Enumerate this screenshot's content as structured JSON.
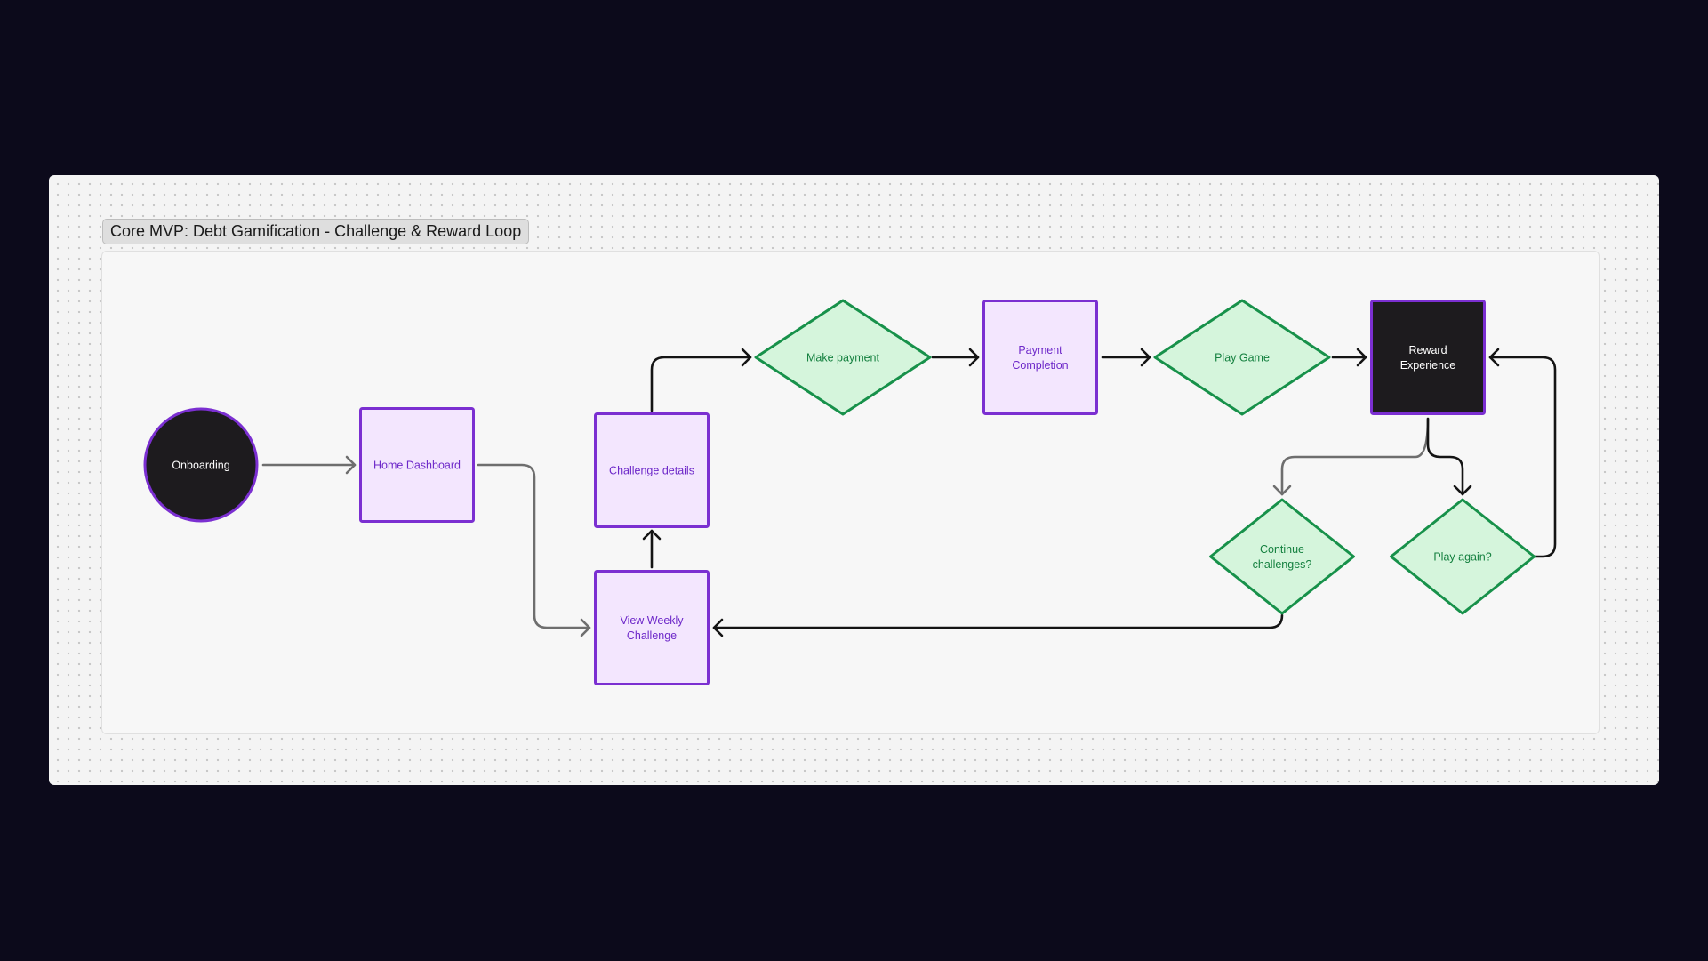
{
  "section": {
    "title": "Core MVP: Debt Gamification - Challenge & Reward Loop"
  },
  "colors": {
    "page_bg": "#0c0a1b",
    "board_bg": "#f4f4f4",
    "process_fill": "#f3e6fe",
    "process_stroke": "#7b2fd1",
    "process_text": "#6d28c9",
    "decision_fill": "#d5f5dc",
    "decision_stroke": "#17914a",
    "decision_text": "#14803f",
    "terminal_fill": "#1d1b1e",
    "terminal_text": "#ffffff",
    "connector_dark": "#141414",
    "connector_gray": "#6e6e6e"
  },
  "nodes": {
    "onboarding": {
      "label": [
        "Onboarding"
      ],
      "shape": "circle"
    },
    "home_dashboard": {
      "label": [
        "Home Dashboard"
      ],
      "shape": "process"
    },
    "challenge_details": {
      "label": [
        "Challenge details"
      ],
      "shape": "process"
    },
    "view_weekly_challenge": {
      "label": [
        "View Weekly",
        "Challenge"
      ],
      "shape": "process"
    },
    "make_payment": {
      "label": [
        "Make payment"
      ],
      "shape": "decision"
    },
    "payment_completion": {
      "label": [
        "Payment",
        "Completion"
      ],
      "shape": "process"
    },
    "play_game": {
      "label": [
        "Play Game"
      ],
      "shape": "decision"
    },
    "reward_experience": {
      "label": [
        "Reward",
        "Experience"
      ],
      "shape": "terminal"
    },
    "continue_challenges": {
      "label": [
        "Continue",
        "challenges?"
      ],
      "shape": "decision"
    },
    "play_again": {
      "label": [
        "Play again?"
      ],
      "shape": "decision"
    }
  },
  "edges": [
    {
      "from": "onboarding",
      "to": "home_dashboard"
    },
    {
      "from": "home_dashboard",
      "to": "view_weekly_challenge"
    },
    {
      "from": "view_weekly_challenge",
      "to": "challenge_details"
    },
    {
      "from": "challenge_details",
      "to": "make_payment"
    },
    {
      "from": "make_payment",
      "to": "payment_completion"
    },
    {
      "from": "payment_completion",
      "to": "play_game"
    },
    {
      "from": "play_game",
      "to": "reward_experience"
    },
    {
      "from": "reward_experience",
      "to": "continue_challenges"
    },
    {
      "from": "reward_experience",
      "to": "play_again"
    },
    {
      "from": "play_again",
      "to": "reward_experience"
    },
    {
      "from": "continue_challenges",
      "to": "view_weekly_challenge"
    }
  ]
}
